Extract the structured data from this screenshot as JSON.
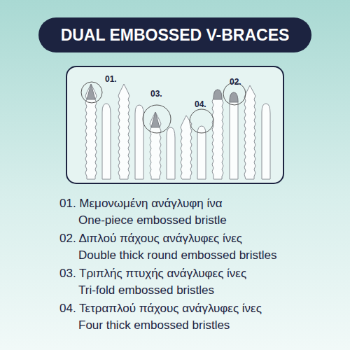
{
  "diagram": {
    "title": "DUAL EMBOSSED V-BRACES",
    "labels": [
      "01.",
      "02.",
      "03.",
      "04.",
      "01. Μεμονωμένη ανάγλυφη ίνα",
      "One-piece embossed bristle",
      "02. Διπλού πάχους ανάγλυφες ίνες",
      "Double thick round embossed bristles",
      "03. Τριπλής πτυχής ανάγλυφες ίνες",
      "Tri-fold embossed bristles",
      "04. Τετραπλού πάχους ανάγλυφες ίνες",
      "Four thick embossed bristles"
    ]
  }
}
